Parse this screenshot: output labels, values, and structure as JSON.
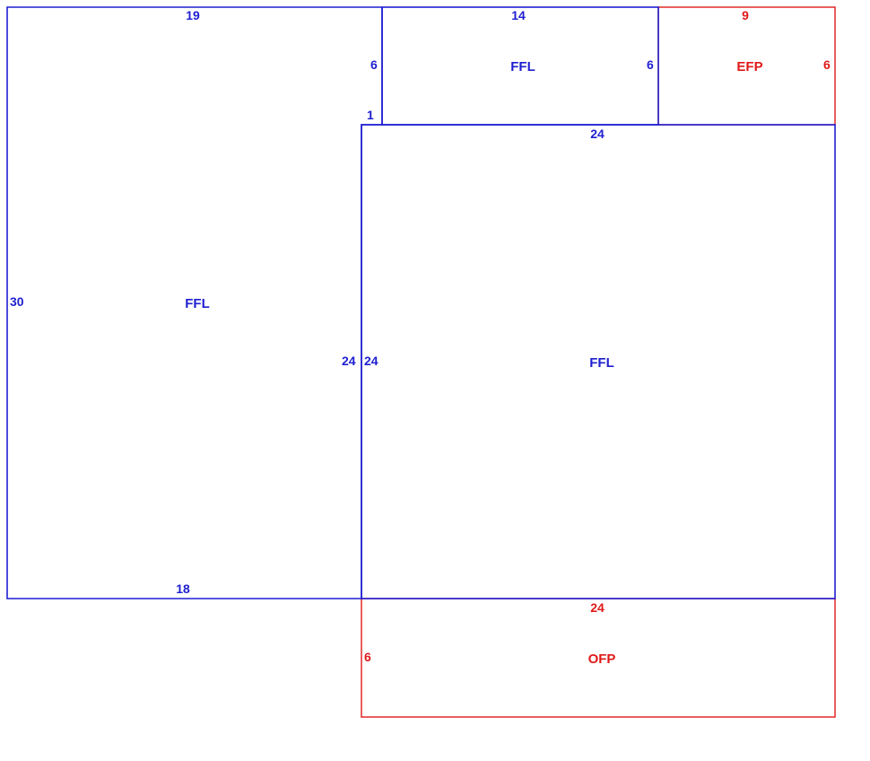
{
  "colors": {
    "floor_area": "#1f1fd1",
    "exterior_area": "#e01919",
    "background": "#ffffff"
  },
  "rooms": {
    "left": {
      "label": "FFL",
      "dims": {
        "top": "19",
        "left": "30",
        "right": "24",
        "bottom": "18",
        "step": "1"
      }
    },
    "top_middle": {
      "label": "FFL",
      "dims": {
        "top": "14",
        "left": "6",
        "right": "6"
      }
    },
    "top_right": {
      "label": "EFP",
      "dims": {
        "top": "9",
        "right": "6"
      }
    },
    "main": {
      "label": "FFL",
      "dims": {
        "top": "24",
        "left": "24"
      }
    },
    "bottom": {
      "label": "OFP",
      "dims": {
        "top": "24",
        "left": "6"
      }
    }
  }
}
